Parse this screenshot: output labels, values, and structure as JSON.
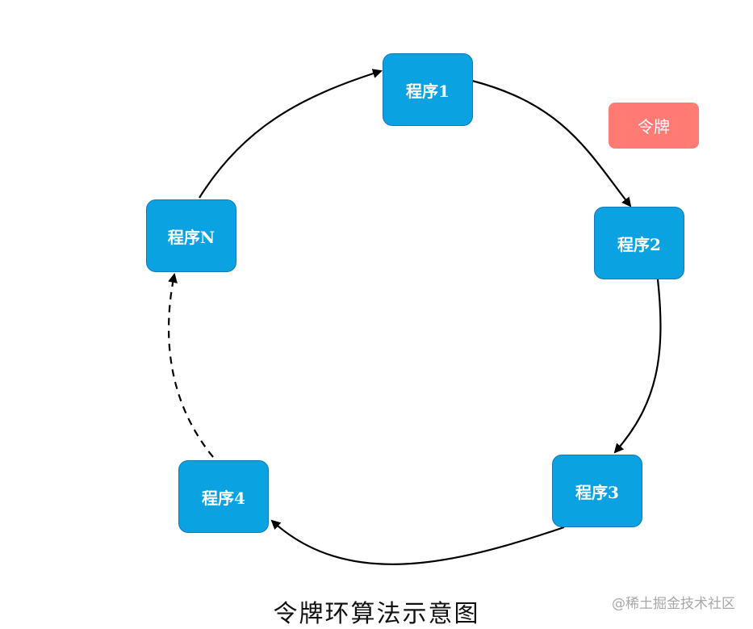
{
  "nodes": {
    "p1": "程序1",
    "p2": "程序2",
    "p3": "程序3",
    "p4": "程序4",
    "pn": "程序N"
  },
  "token": "令牌",
  "caption": "令牌环算法示意图",
  "watermark": "@稀土掘金技术社区",
  "colors": {
    "node": "#0aa2e0",
    "token": "#ff7b74",
    "arrow": "#000000"
  }
}
